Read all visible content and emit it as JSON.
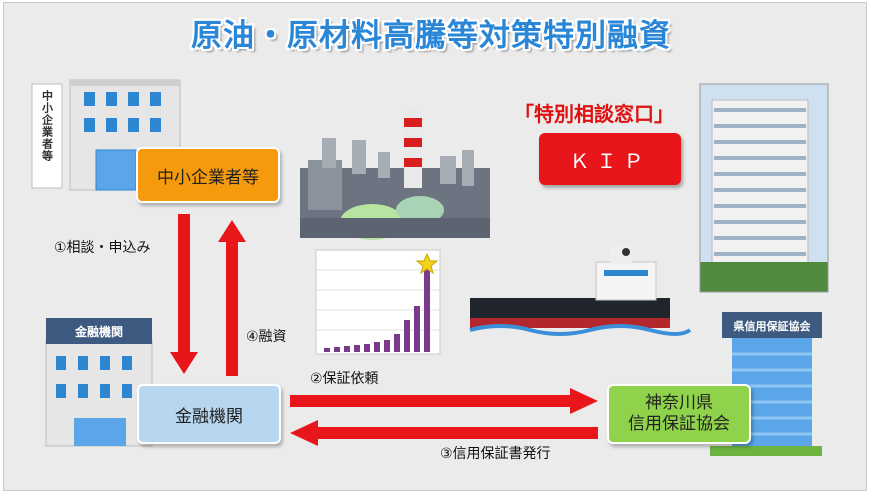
{
  "title": "原油・原材料高騰等対策特別融資",
  "nodes": {
    "sme": "中小企業者等",
    "bank": "金融機関",
    "guarantee_line1": "神奈川県",
    "guarantee_line2": "信用保証協会"
  },
  "steps": {
    "step1": "①相談・申込み",
    "step2": "②保証依頼",
    "step3": "③信用保証書発行",
    "step4": "④融資"
  },
  "consultation": {
    "heading": "「特別相談窓口」",
    "button": "ＫＩＰ"
  },
  "building_signs": {
    "sme_building": "中小企業者等",
    "bank_building": "金融機関",
    "guarantee_building": "県信用保証協会"
  },
  "colors": {
    "title": "#2a86d6",
    "sme_box": "#f59a0c",
    "bank_box": "#b7d6ef",
    "guarantee_box": "#8fd34a",
    "arrow": "#e8151b",
    "kip": "#e8151b"
  }
}
